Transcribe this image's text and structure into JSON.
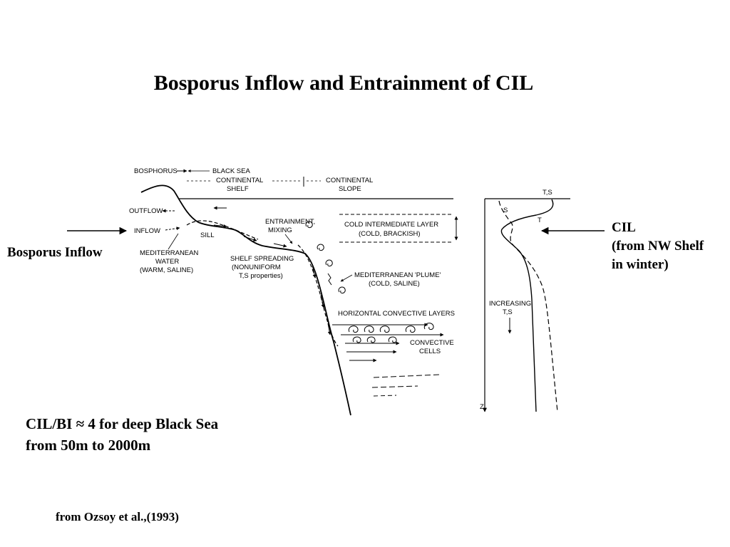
{
  "slide": {
    "title": "Bosporus Inflow and Entrainment of CIL",
    "left_label": "Bosporus Inflow",
    "right_label": [
      "CIL",
      "(from NW Shelf",
      "in winter)"
    ],
    "note": [
      "CIL/BI ≈ 4 for deep Black Sea",
      "from 50m to 2000m"
    ],
    "citation": "from Ozsoy et al.,(1993)"
  },
  "diagram": {
    "bosphorus": "BOSPHORUS",
    "black_sea": "BLACK SEA",
    "continental_shelf": [
      "CONTINENTAL",
      "SHELF"
    ],
    "continental_slope": [
      "CONTINENTAL",
      "SLOPE"
    ],
    "outflow": "OUTFLOW",
    "inflow": "INFLOW",
    "sill": "SILL",
    "entrainment": [
      "ENTRAINMENT,",
      "MIXING"
    ],
    "cil_box": [
      "COLD INTERMEDIATE LAYER",
      "(COLD, BRACKISH)"
    ],
    "med_water": [
      "MEDITERRANEAN",
      "WATER",
      "(WARM, SALINE)"
    ],
    "shelf_spreading": [
      "SHELF SPREADING",
      "(NONUNIFORM",
      "T,S  properties)"
    ],
    "plume": [
      "MEDITERRANEAN 'PLUME'",
      "(COLD, SALINE)"
    ],
    "horizontal_layers": "HORIZONTAL CONVECTIVE LAYERS",
    "convective_cells": [
      "CONVECTIVE",
      "CELLS"
    ],
    "ts_label": "T,S",
    "s_label": "S",
    "t_label": "T",
    "increasing": [
      "INCREASING",
      "T,S"
    ],
    "z_label": "Z"
  }
}
